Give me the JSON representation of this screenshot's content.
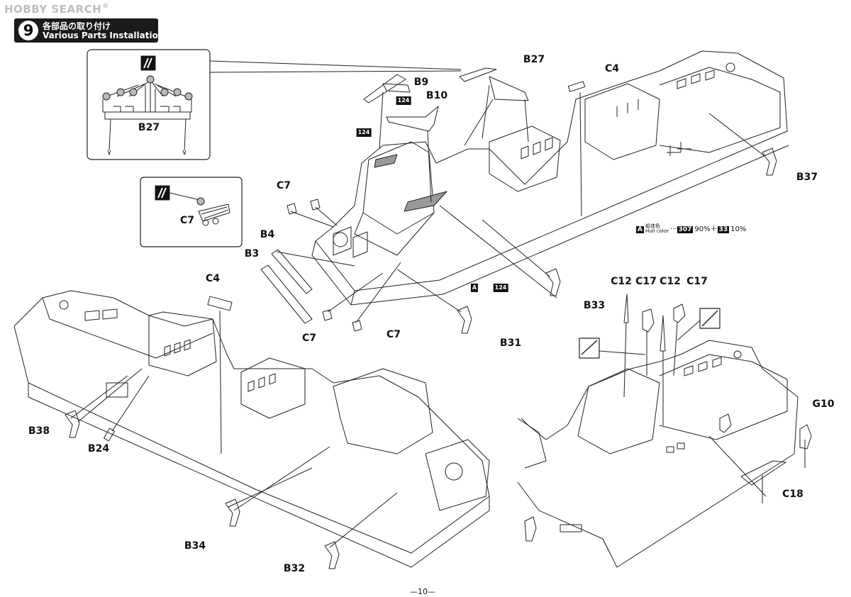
{
  "watermark": {
    "brand": "HOBBY SEARCH",
    "registered": "®"
  },
  "step": {
    "number": "9",
    "title_jp": "各部品の取り付け",
    "title_en": "Various Parts Installation"
  },
  "parts": {
    "b27_inset": "B27",
    "c7_inset": "C7",
    "b27": "B27",
    "c4_top": "C4",
    "b9": "B9",
    "b10": "B10",
    "c7_a": "C7",
    "b4": "B4",
    "b3": "B3",
    "c7_b": "C7",
    "c7_c": "C7",
    "b37": "B37",
    "b33": "B33",
    "b31": "B31",
    "c4_left": "C4",
    "b38": "B38",
    "b24": "B24",
    "b34": "B34",
    "b32": "B32",
    "c12_a": "C12",
    "c17_a": "C17",
    "c12_b": "C12",
    "c17_b": "C17",
    "g10": "G10",
    "c18": "C18"
  },
  "paint_badges": {
    "b9": "124",
    "cab": "124",
    "deck": "124",
    "hull_ref": "A"
  },
  "hull_color": {
    "letter": "A",
    "label_jp": "船体色",
    "label_en": "Hull color",
    "color1_code": "307",
    "color1_pct": "90%",
    "plus": "＋",
    "color2_code": "33",
    "color2_pct": "10%"
  },
  "page_number": "—10—"
}
